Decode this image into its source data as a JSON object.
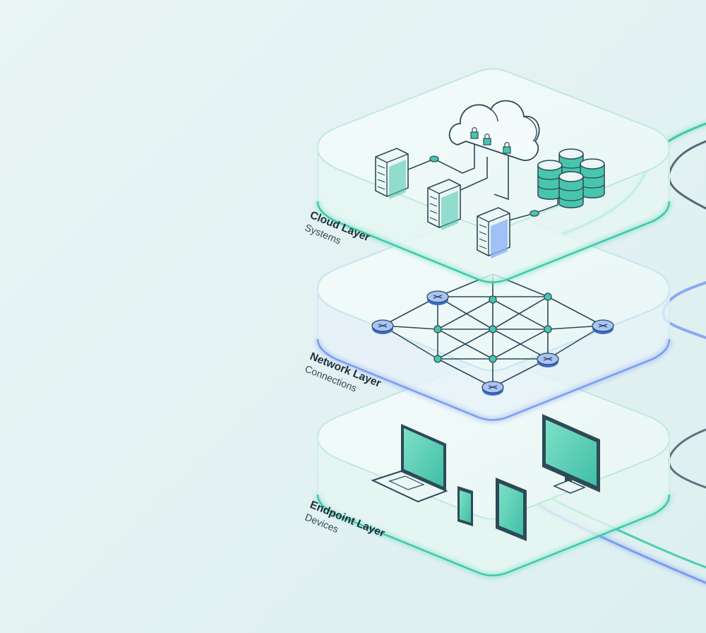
{
  "layers": [
    {
      "title": "Cloud Layer",
      "subtitle": "Systems"
    },
    {
      "title": "Network Layer",
      "subtitle": "Connections"
    },
    {
      "title": "Endpoint Layer",
      "subtitle": "Devices"
    }
  ],
  "colors": {
    "background": "#e6f3f4",
    "accent_teal": "#3ec9a7",
    "accent_blue": "#7c9cf0",
    "icon_fill": "#48c6ad",
    "line_dark": "#2d4a57"
  }
}
